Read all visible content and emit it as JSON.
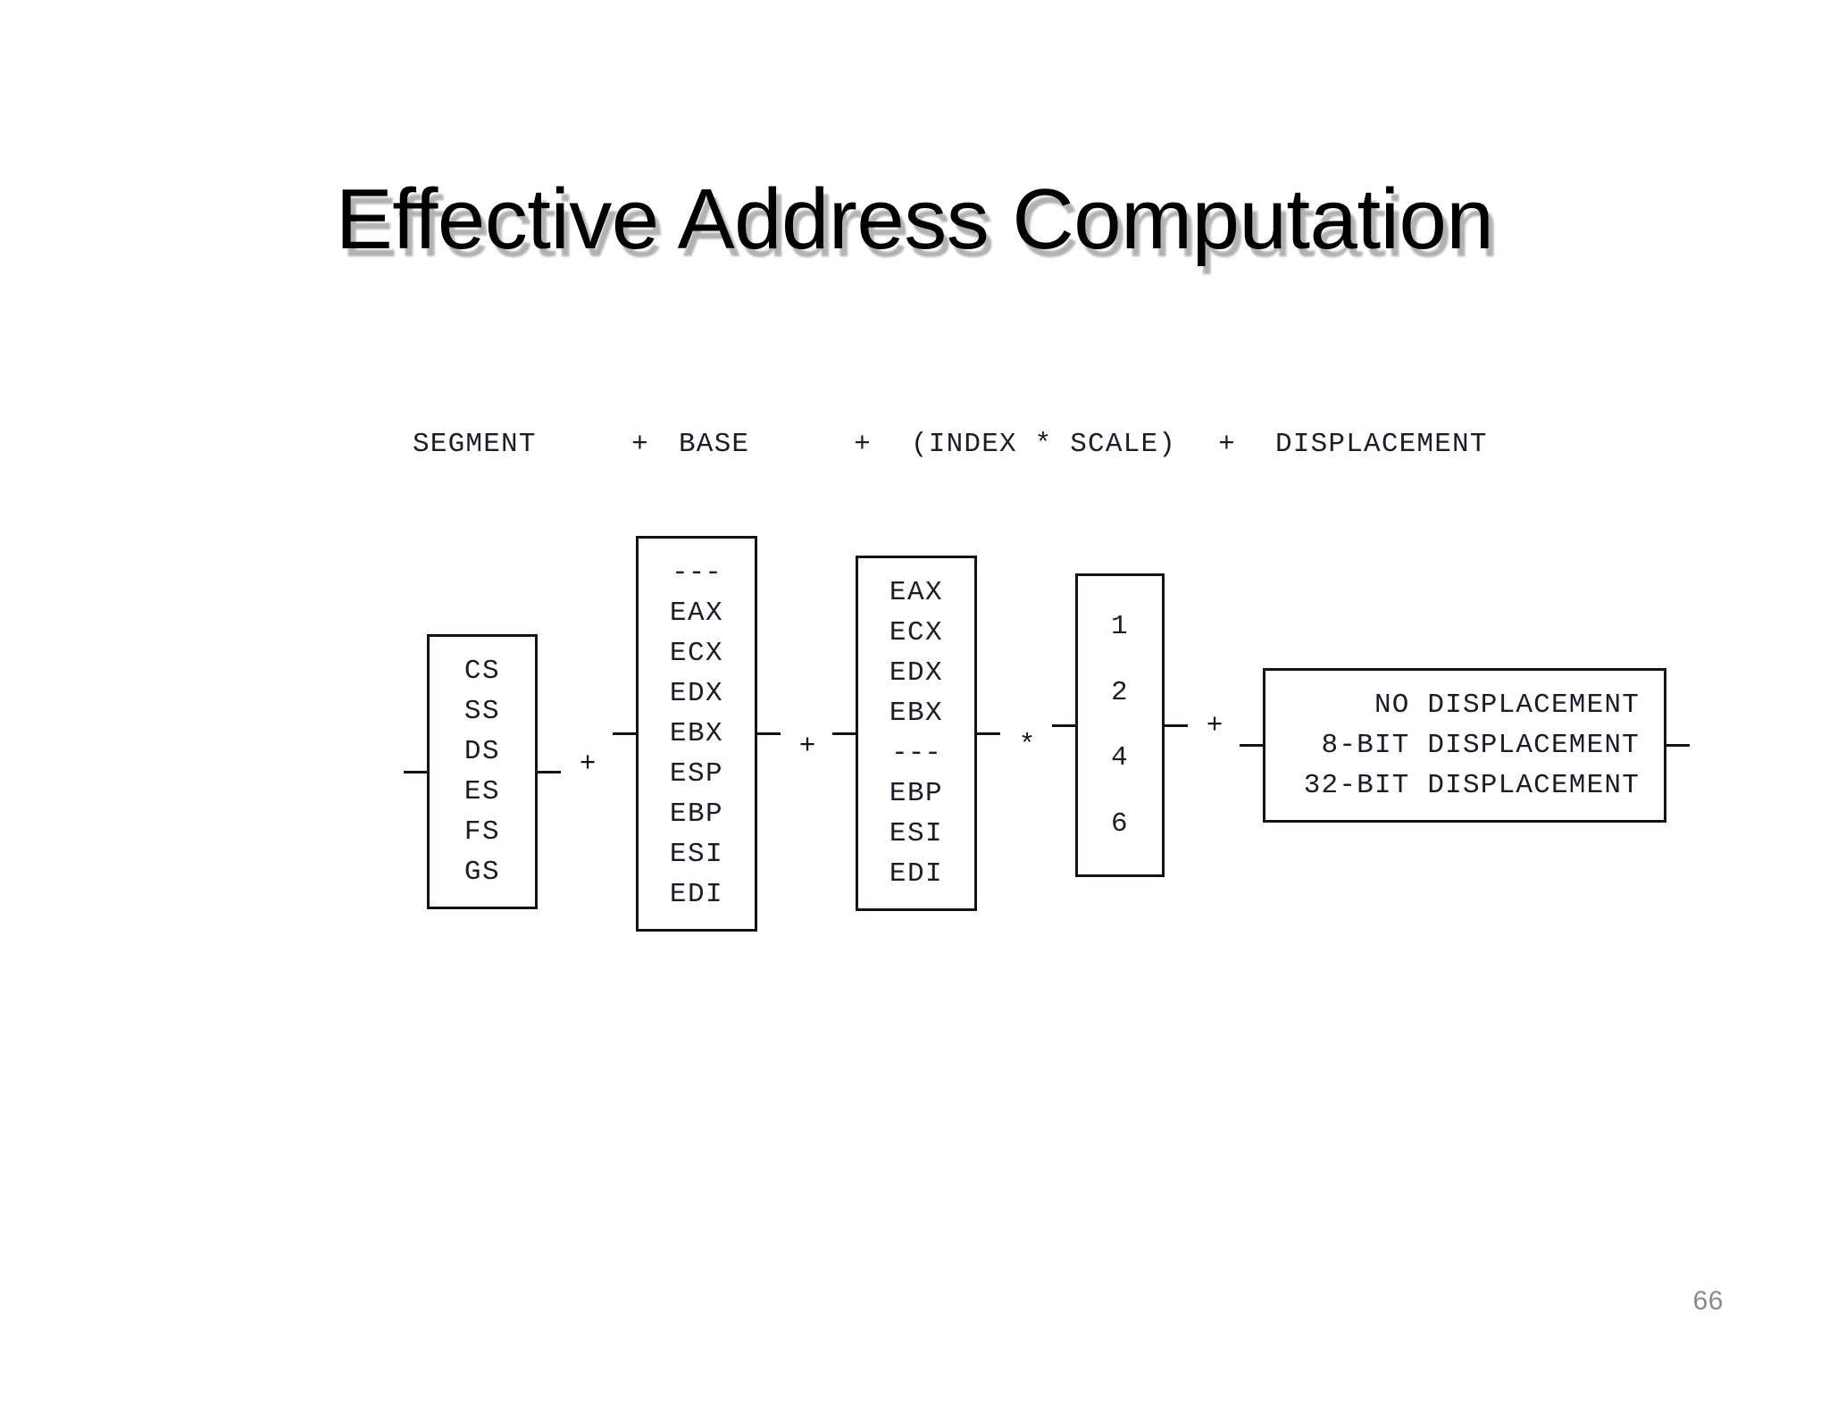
{
  "slide": {
    "title": "Effective Address Computation",
    "page_number": "66",
    "background_color": "#ffffff",
    "title_color": "#000000",
    "title_shadow_color": "#828282",
    "page_number_color": "#8a8a8a",
    "diagram_ink_color": "#12121c"
  },
  "formula_header": {
    "segment_label": "SEGMENT",
    "op1": "+",
    "base_label": "BASE",
    "op2": "+",
    "index_scale_label": "(INDEX * SCALE)",
    "op3": "+",
    "displacement_label": "DISPLACEMENT"
  },
  "diagram": {
    "operators": {
      "plus_segment_base": "+",
      "plus_base_index": "+",
      "times_index_scale": "*",
      "plus_scale_displacement": "+"
    },
    "columns": [
      {
        "name": "segment",
        "items": [
          "CS",
          "SS",
          "DS",
          "ES",
          "FS",
          "GS"
        ]
      },
      {
        "name": "base",
        "items": [
          "---",
          "EAX",
          "ECX",
          "EDX",
          "EBX",
          "ESP",
          "EBP",
          "ESI",
          "EDI"
        ]
      },
      {
        "name": "index",
        "items": [
          "EAX",
          "ECX",
          "EDX",
          "EBX",
          "---",
          "EBP",
          "ESI",
          "EDI"
        ]
      },
      {
        "name": "scale",
        "items": [
          "1",
          "2",
          "4",
          "6"
        ]
      },
      {
        "name": "displacement",
        "items": [
          "NO DISPLACEMENT",
          "8-BIT DISPLACEMENT",
          "32-BIT DISPLACEMENT"
        ]
      }
    ]
  }
}
